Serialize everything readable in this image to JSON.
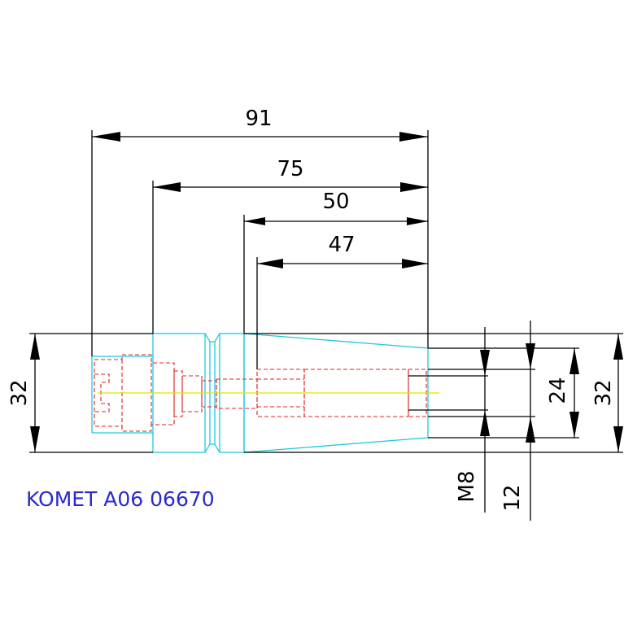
{
  "part_label": "KOMET A06 06670",
  "dimensions": {
    "length_91": "91",
    "length_75": "75",
    "length_50": "50",
    "length_47": "47",
    "height_left": "32",
    "height_right": "32",
    "diameter_24": "24",
    "thread_m8": "M8",
    "diameter_12": "12"
  },
  "colors": {
    "outline": "#1fc8e0",
    "hidden": "#e02020",
    "centerline": "#e8e000",
    "dimension": "#000000",
    "label": "#2a2ad0"
  }
}
